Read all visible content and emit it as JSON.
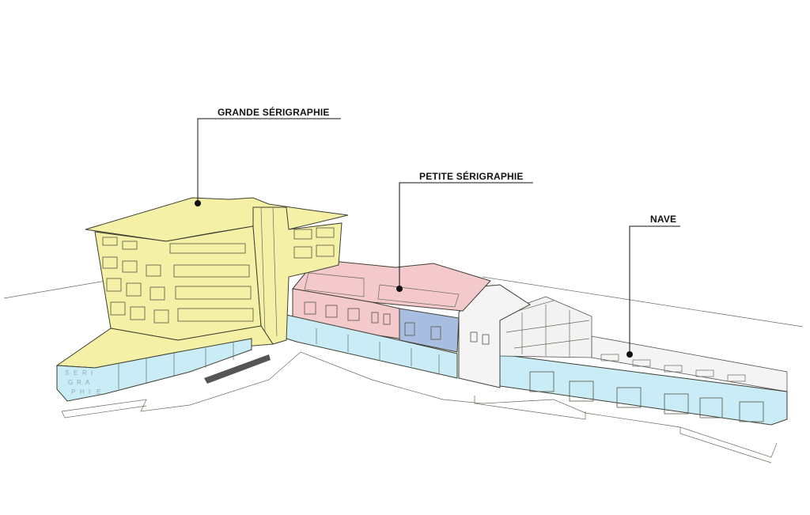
{
  "labels": {
    "grande": "GRANDE SÉRIGRAPHIE",
    "petite": "PETITE SÉRIGRAPHIE",
    "nave": "NAVE"
  },
  "sign_letters": [
    "S",
    "E",
    "R",
    "I",
    "G",
    "R",
    "A",
    "P",
    "H",
    "I",
    "E"
  ],
  "colors": {
    "grande_fill": "#f4f1a6",
    "petite_fill": "#f4c9cc",
    "ground_floor_fill": "#c9ecf6",
    "blue_block_fill": "#a9bde0",
    "white_block_fill": "#f4f4f4",
    "outline": "#3f3f33",
    "leader": "#111111"
  }
}
